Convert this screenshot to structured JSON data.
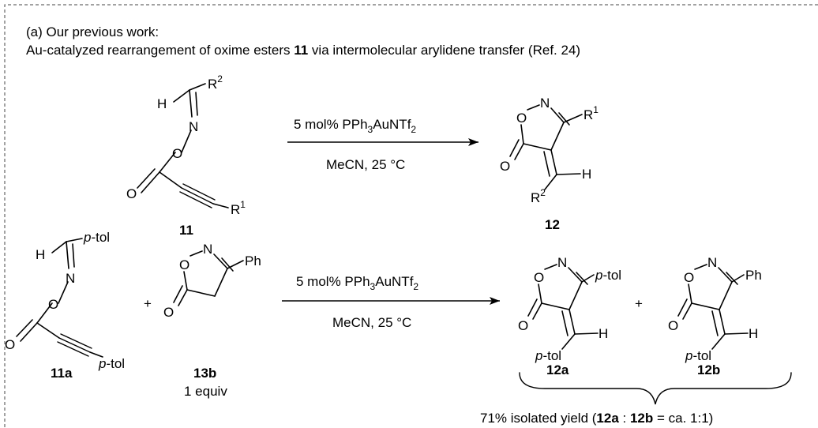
{
  "caption": {
    "heading": "(a) Our previous work:",
    "line_prefix": "Au-catalyzed rearrangement of oxime esters ",
    "line_bold": "11",
    "line_suffix": " via intermolecular arylidene transfer (Ref. 24)"
  },
  "atoms": {
    "H": "H",
    "N": "N",
    "O": "O",
    "R": "R",
    "sup1": "1",
    "sup2": "2",
    "ptol": "p",
    "tol": "-tol",
    "Ph": "Ph",
    "plus": "+"
  },
  "labels": {
    "c11": "11",
    "c12": "12",
    "c11a": "11a",
    "c13b": "13b",
    "c13b_equiv": "1 equiv",
    "c12a": "12a",
    "c12b": "12b"
  },
  "reaction1": {
    "reagent_prefix": "5 mol% PPh",
    "reagent_sub1": "3",
    "reagent_mid": "AuNTf",
    "reagent_sub2": "2",
    "conditions": "MeCN, 25 °C"
  },
  "reaction2": {
    "reagent_prefix": "5 mol% PPh",
    "reagent_sub1": "3",
    "reagent_mid": "AuNTf",
    "reagent_sub2": "2",
    "conditions": "MeCN, 25 °C"
  },
  "result": {
    "prefix": "71% isolated yield (",
    "a": "12a",
    "sep": " : ",
    "b": "12b",
    "suffix": " = ca. 1:1)"
  }
}
